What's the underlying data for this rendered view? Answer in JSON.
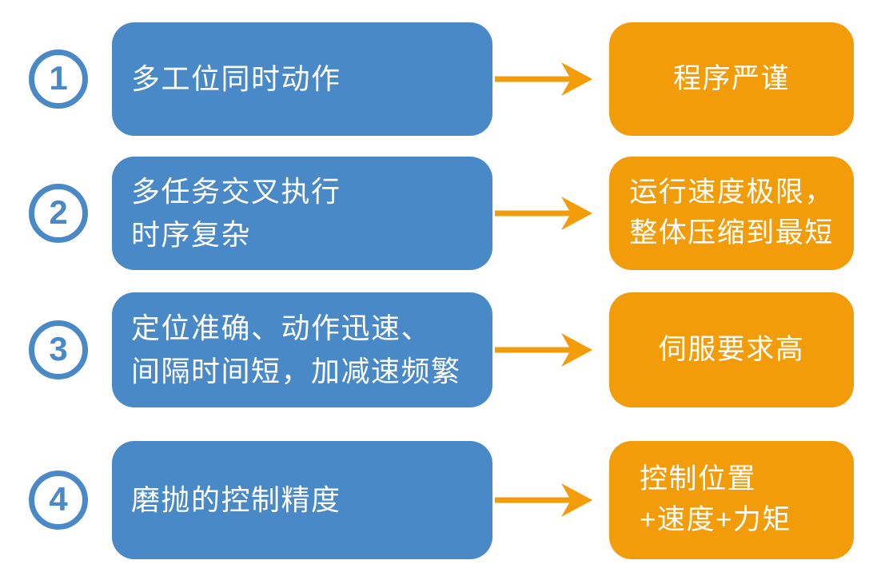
{
  "diagram": {
    "colors": {
      "step_blue": "#4A89C8",
      "result_orange": "#F39C0A",
      "box_text": "#FFFFFF",
      "background": "#FFFFFF"
    },
    "rows": [
      {
        "number": "1",
        "cause": "多工位同时动作",
        "effect": "程序严谨"
      },
      {
        "number": "2",
        "cause": "多任务交叉执行\n时序复杂",
        "effect": "运行速度极限，\n整体压缩到最短"
      },
      {
        "number": "3",
        "cause": "定位准确、动作迅速、\n间隔时间短，加减速频繁",
        "effect": "伺服要求高"
      },
      {
        "number": "4",
        "cause": "磨抛的控制精度",
        "effect": "控制位置\n+速度+力矩"
      }
    ]
  }
}
